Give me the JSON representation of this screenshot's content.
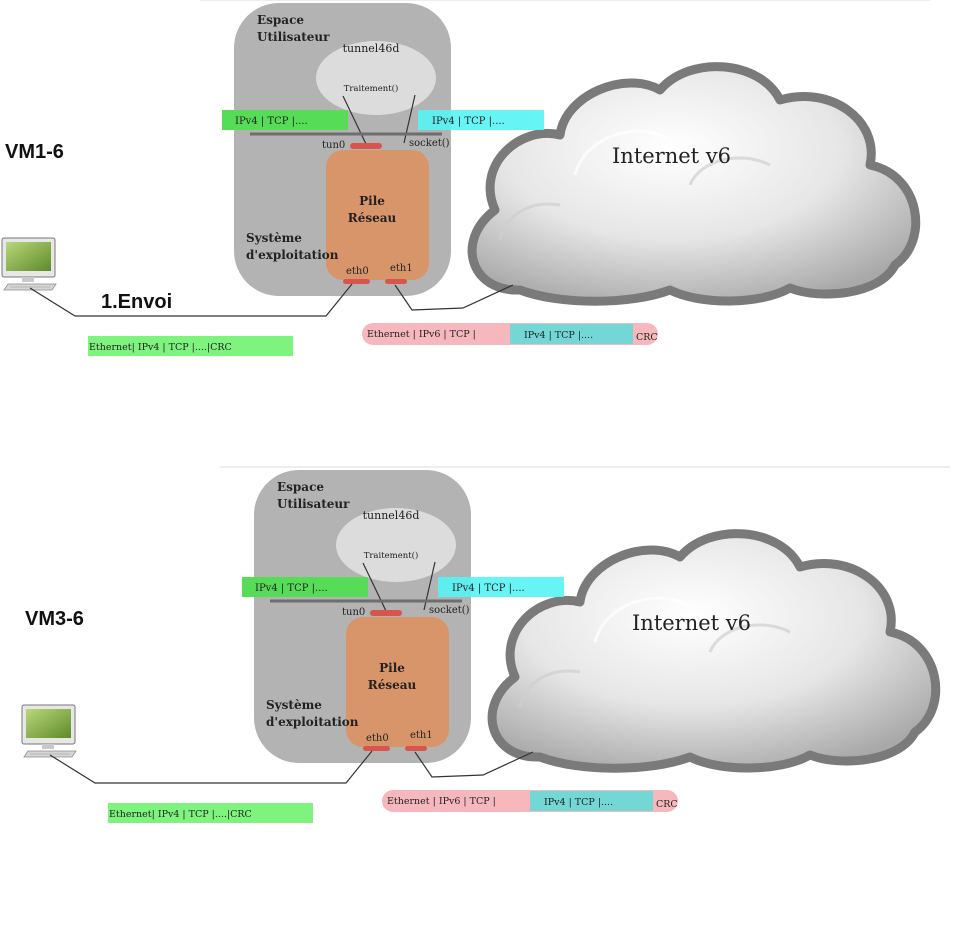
{
  "colors": {
    "machine_fill": "#b2b2b2",
    "bubble_fill": "#dcdcdc",
    "stack_fill": "#d9956a",
    "port_fill": "#d9544d",
    "green_packet": "#5fe05f",
    "cyan_packet": "#5ff0f0",
    "pink_packet": "#f6b8bc",
    "teal_packet": "#6fd8d6",
    "line": "#555555"
  },
  "diagrams": [
    {
      "vm_label": "VM1-6",
      "user_space": "Espace\nUtilisateur",
      "process_name": "tunnel46d",
      "process_func": "Traitement()",
      "stack_label": "Pile\nRéseau",
      "os_label": "Système\nd'exploitation",
      "tun_label": "tun0",
      "socket_label": "socket()",
      "eth0_label": "eth0",
      "eth1_label": "eth1",
      "cloud_label": "Internet v6",
      "green_packet": "IPv4 | TCP |....",
      "cyan_packet": "IPv4 | TCP |....",
      "lan_frame": "Ethernet| IPv4 | TCP |....|CRC",
      "wan_frame_outer": "Ethernet | IPv6 | TCP |",
      "wan_frame_inner": "IPv4 | TCP |....",
      "wan_frame_crc": "CRC",
      "action_label": "1.Envoi",
      "computer_icon": "desktop-computer-icon"
    },
    {
      "vm_label": "VM3-6",
      "user_space": "Espace\nUtilisateur",
      "process_name": "tunnel46d",
      "process_func": "Traitement()",
      "stack_label": "Pile\nRéseau",
      "os_label": "Système\nd'exploitation",
      "tun_label": "tun0",
      "socket_label": "socket()",
      "eth0_label": "eth0",
      "eth1_label": "eth1",
      "cloud_label": "Internet v6",
      "green_packet": "IPv4 | TCP |....",
      "cyan_packet": "IPv4 | TCP |....",
      "lan_frame": "Ethernet| IPv4 | TCP |....|CRC",
      "wan_frame_outer": "Ethernet | IPv6 | TCP |",
      "wan_frame_inner": "IPv4 | TCP |....",
      "wan_frame_crc": "CRC",
      "action_label": "",
      "computer_icon": "desktop-computer-icon"
    }
  ]
}
